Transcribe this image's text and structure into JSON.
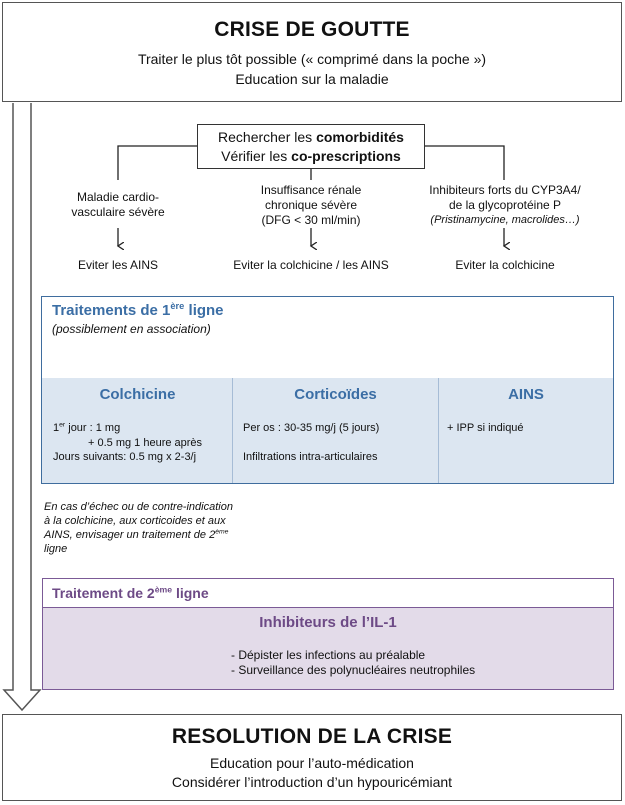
{
  "top": {
    "title": "CRISE DE GOUTTE",
    "line1": "Traiter le plus tôt possible (« comprimé dans la poche »)",
    "line2": "Education sur la maladie"
  },
  "comorb": {
    "line1_pre": "Rechercher les ",
    "line1_bold": "comorbidités",
    "line2_pre": "Vérifier les ",
    "line2_bold": "co-prescriptions"
  },
  "branches": [
    {
      "l1": "Maladie cardio-",
      "l2": "vasculaire sévère",
      "l3": "",
      "result": "Eviter les AINS"
    },
    {
      "l1": "Insuffisance rénale",
      "l2": "chronique sévère",
      "l3": "(DFG < 30 ml/min)",
      "result": "Eviter la colchicine / les AINS"
    },
    {
      "l1": "Inhibiteurs forts du CYP3A4/",
      "l2": "de la glycoprotéine P",
      "l3": "(Pristinamycine, macrolides…)",
      "result": "Eviter la colchicine"
    }
  ],
  "first_line": {
    "title_pre": "Traitements de 1",
    "title_sup": "ère",
    "title_post": " ligne",
    "subtitle": "(possiblement en association)",
    "columns": [
      {
        "name": "Colchicine",
        "l1_pre": "1",
        "l1_sup": "er",
        "l1_post": " jour : 1 mg",
        "l2": "+ 0.5 mg 1 heure après",
        "l3": "Jours suivants: 0.5 mg x 2-3/j"
      },
      {
        "name": "Corticoïdes",
        "l1": "Per os : 30-35 mg/j (5 jours)",
        "l2": "Infiltrations intra-articulaires"
      },
      {
        "name": "AINS",
        "l1": "+ IPP si indiqué"
      }
    ]
  },
  "failure_note": {
    "l1": "En cas d’échec ou de contre-indication",
    "l2": "à la colchicine, aux corticoides et aux",
    "l3_pre": "AINS, envisager un traitement de 2",
    "l3_sup": "ème",
    "l4": "ligne"
  },
  "second_line": {
    "title_pre": "Traitement de 2",
    "title_sup": "ème",
    "title_post": " ligne",
    "drug": "Inhibiteurs de l’IL-1",
    "b1": "- Dépister les infections au préalable",
    "b2": "- Surveillance des polynucléaires neutrophiles"
  },
  "bottom": {
    "title": "RESOLUTION DE LA CRISE",
    "line1": "Education pour l’auto-médication",
    "line2": "Considérer l’introduction d’un hypouricémiant"
  },
  "colors": {
    "blue": "#3b6ea5",
    "blue_band": "#dce6f1",
    "purple": "#6d4a86",
    "purple_band": "#e3dbe9"
  }
}
